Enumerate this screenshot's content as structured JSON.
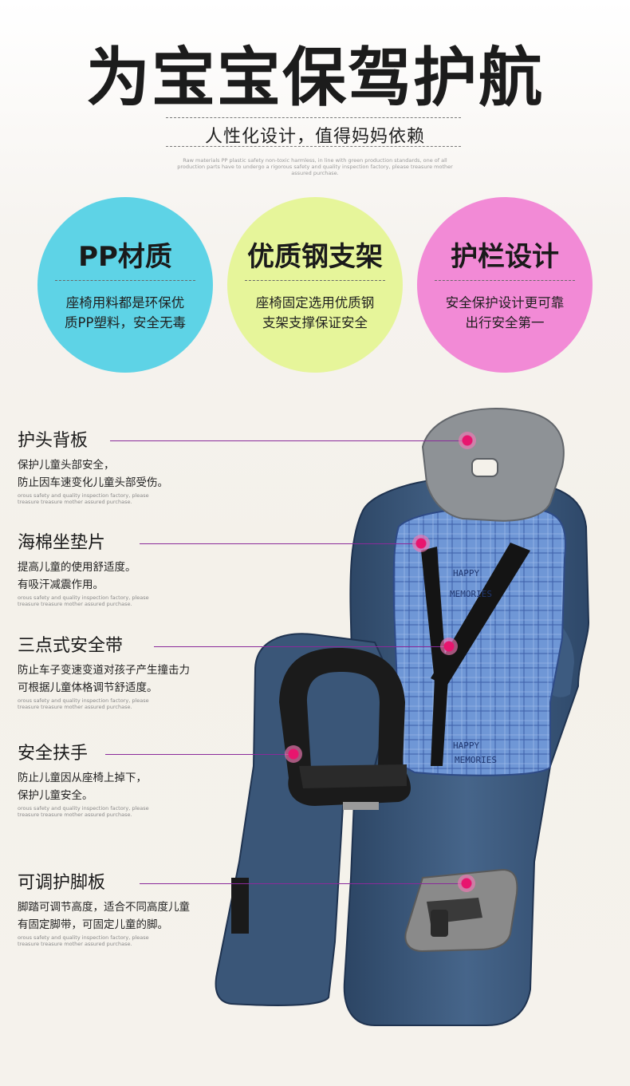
{
  "header": {
    "title": "为宝宝保驾护航",
    "subtitle": "人性化设计，值得妈妈依赖",
    "fine_print": "Raw materials PP plastic safety non-toxic harmless, in line with green production standards, one of all production parts have to undergo a rigorous safety and quality inspection factory, please treasure mother assured purchase."
  },
  "circles": [
    {
      "title": "PP材质",
      "desc1": "座椅用料都是环保优",
      "desc2": "质PP塑料，安全无毒",
      "color": "#5ed3e6"
    },
    {
      "title": "优质钢支架",
      "desc1": "座椅固定选用优质钢",
      "desc2": "支架支撑保证安全",
      "color": "#e6f59a"
    },
    {
      "title": "护栏设计",
      "desc1": "安全保护设计更可靠",
      "desc2": "出行安全第一",
      "color": "#f28ad6"
    }
  ],
  "features": [
    {
      "title": "护头背板",
      "desc1": "保护儿童头部安全，",
      "desc2": "防止因车速变化儿童头部受伤。",
      "small": "orous safety and quality inspection factory, please treasure treasure mother assured purchase."
    },
    {
      "title": "海棉坐垫片",
      "desc1": "提高儿童的使用舒适度。",
      "desc2": "有吸汗减震作用。",
      "small": "orous safety and quality inspection factory, please treasure treasure mother assured purchase."
    },
    {
      "title": "三点式安全带",
      "desc1": "防止车子变速变道对孩子产生撞击力",
      "desc2": "可根据儿童体格调节舒适度。",
      "small": "orous safety and quality inspection factory, please treasure treasure mother assured purchase."
    },
    {
      "title": "安全扶手",
      "desc1": "防止儿童因从座椅上掉下，",
      "desc2": "保护儿童安全。",
      "small": "orous safety and quality inspection factory, please treasure treasure mother assured purchase."
    },
    {
      "title": "可调护脚板",
      "desc1": "脚踏可调节高度，适合不同高度儿童",
      "desc2": "有固定脚带，可固定儿童的脚。",
      "small": "orous safety and quality inspection factory, please treasure treasure mother assured purchase."
    }
  ],
  "cushion_print": {
    "line1": "HAPPY",
    "line2": "MEMORIES"
  },
  "colors": {
    "accent_line": "#8a2a9a",
    "dot": "#e8156e",
    "seat": "#3a5678",
    "headrest": "#8e9296",
    "cushion": "#6f97d6"
  }
}
